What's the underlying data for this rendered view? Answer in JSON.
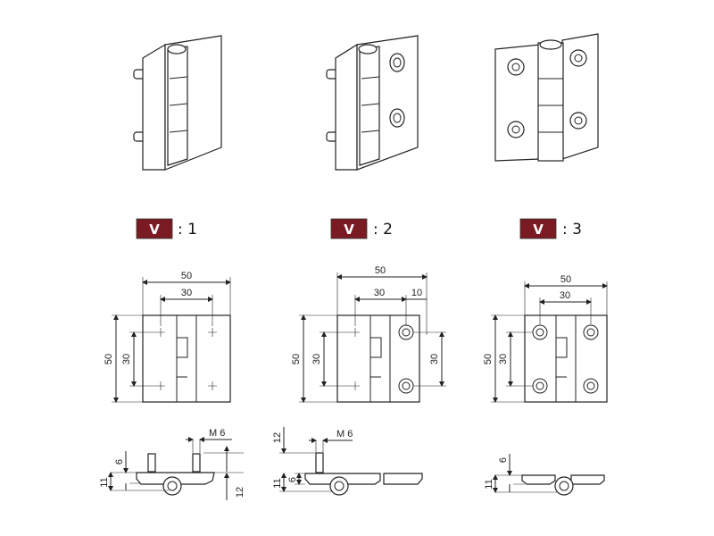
{
  "colors": {
    "badge": "#7a1a22",
    "line": "#222222"
  },
  "variants": [
    {
      "badge": "V",
      "label": ": 1",
      "front": {
        "width": "50",
        "hole_spacing_h": "30",
        "height": "50",
        "hole_spacing_v": "30"
      },
      "side": {
        "thread": "M 6",
        "leaf": "11",
        "offset": "6",
        "pin": "12"
      }
    },
    {
      "badge": "V",
      "label": ": 2",
      "front": {
        "width": "50",
        "hole_spacing_h": "30",
        "edge": "10",
        "height": "50",
        "hole_spacing_v": "30",
        "hole_spacing_v_right": "30"
      },
      "side": {
        "thread": "M 6",
        "leaf": "11",
        "offset": "6",
        "pin": "12"
      }
    },
    {
      "badge": "V",
      "label": ": 3",
      "front": {
        "width": "50",
        "hole_spacing_h": "30",
        "height": "50",
        "hole_spacing_v": "30"
      },
      "side": {
        "leaf": "11",
        "offset": "6"
      }
    }
  ]
}
